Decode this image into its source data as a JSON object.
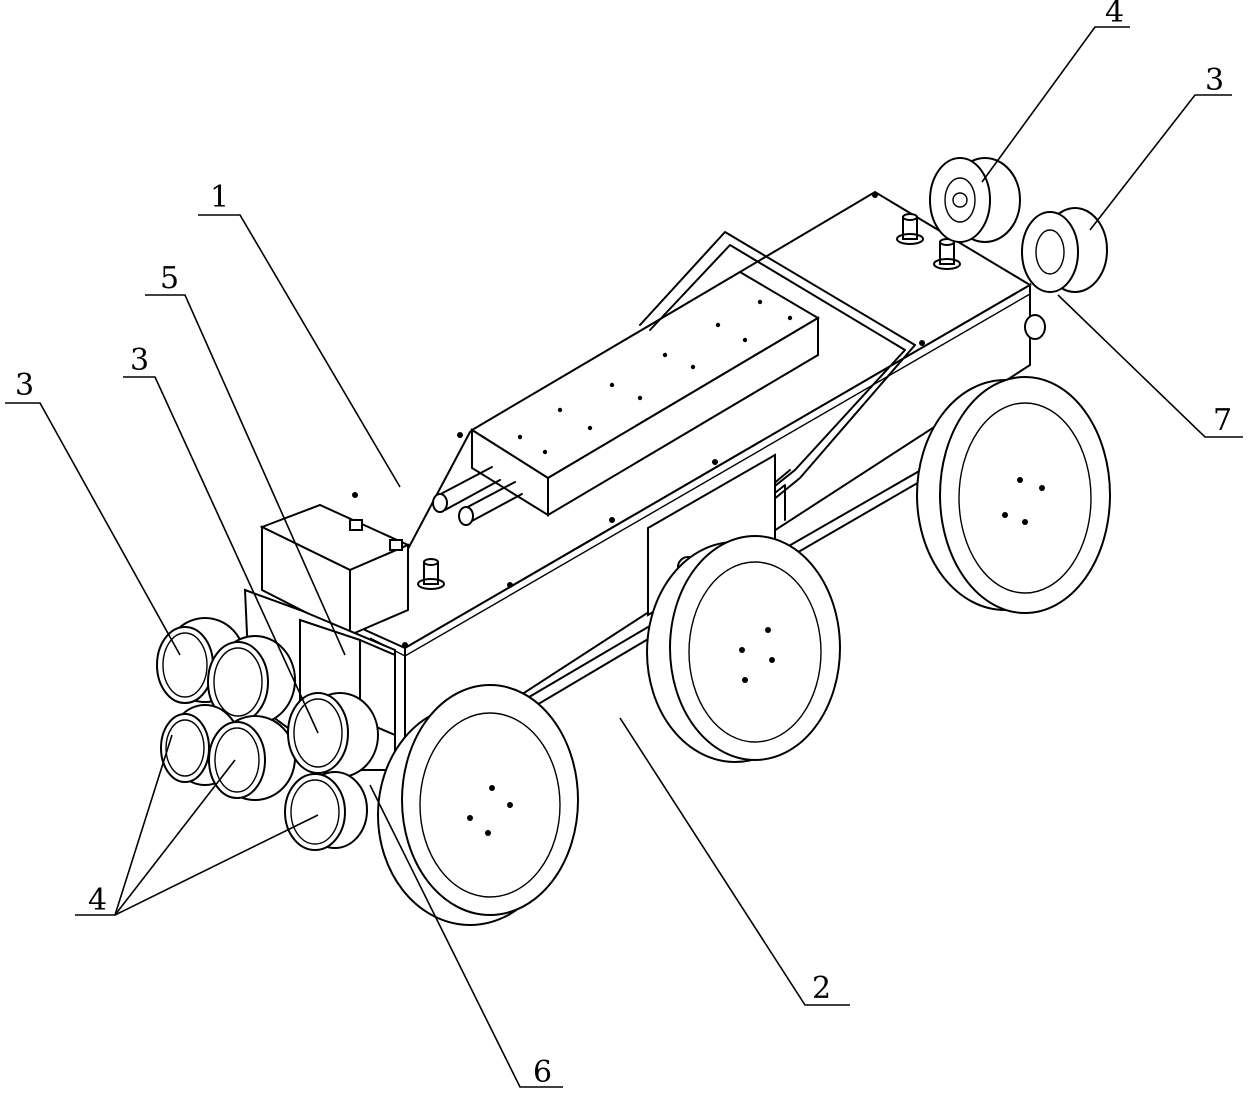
{
  "callouts": [
    {
      "id": "c1",
      "text": "1"
    },
    {
      "id": "c2",
      "text": "2"
    },
    {
      "id": "c3a",
      "text": "3"
    },
    {
      "id": "c3b",
      "text": "3"
    },
    {
      "id": "c3c",
      "text": "3"
    },
    {
      "id": "c4a",
      "text": "4"
    },
    {
      "id": "c4b",
      "text": "4"
    },
    {
      "id": "c5",
      "text": "5"
    },
    {
      "id": "c6",
      "text": "6"
    },
    {
      "id": "c7",
      "text": "7"
    }
  ]
}
